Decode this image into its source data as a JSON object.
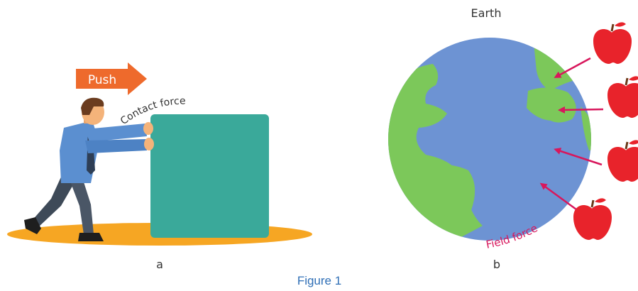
{
  "panel_a": {
    "push_label": "Push",
    "contact_label": "Contact force",
    "sub_label": "a"
  },
  "panel_b": {
    "earth_label": "Earth",
    "field_label": "Field force",
    "sub_label": "b"
  },
  "caption": "Figure 1",
  "colors": {
    "push_arrow": "#EE6A2C",
    "box": "#3AA99A",
    "ground": "#F6A623",
    "ocean": "#6D93D3",
    "land": "#7CC85A",
    "apple": "#E8232B",
    "force_arrow": "#D8175C",
    "caption": "#2F6FB6"
  }
}
